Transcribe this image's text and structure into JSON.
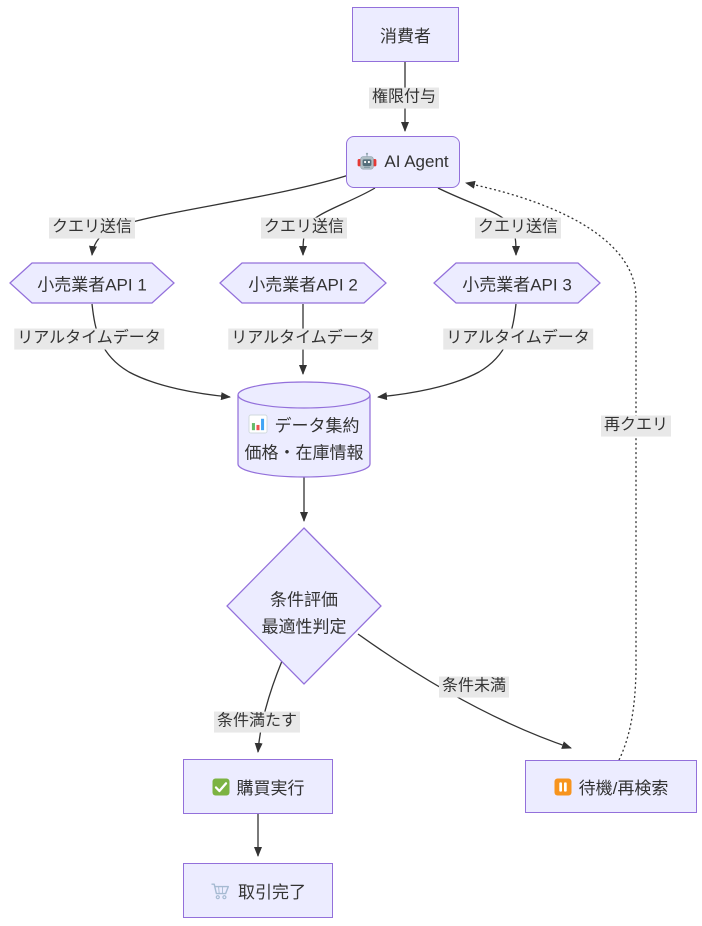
{
  "diagram_type": "flowchart",
  "colors": {
    "background": "#ffffff",
    "node_fill": "#ECECFF",
    "node_border": "#9370DB",
    "edge_stroke": "#333333",
    "edge_label_bg": "#e8e8e8",
    "text": "#333333",
    "check_green": "#7cb342",
    "pause_orange": "#f7941e",
    "cart_blue": "#a6bad2",
    "robot_red": "#e53935",
    "robot_gray": "#b0bec5"
  },
  "nodes": {
    "consumer": {
      "label": "消費者"
    },
    "ai_agent": {
      "label": "AI Agent",
      "icon": "robot-icon"
    },
    "retailer_api_1": {
      "label": "小売業者API 1"
    },
    "retailer_api_2": {
      "label": "小売業者API 2"
    },
    "retailer_api_3": {
      "label": "小売業者API 3"
    },
    "data_aggregation": {
      "icon": "bar-chart-icon",
      "line1": "データ集約",
      "line2": "価格・在庫情報"
    },
    "decision": {
      "line1": "条件評価",
      "line2": "最適性判定"
    },
    "purchase": {
      "label": "購買実行",
      "icon": "check-icon"
    },
    "wait_retry": {
      "label": "待機/再検索",
      "icon": "pause-icon"
    },
    "complete": {
      "label": "取引完了",
      "icon": "cart-icon"
    }
  },
  "edges": {
    "grant": {
      "label": "権限付与",
      "style": "solid"
    },
    "query_1": {
      "label": "クエリ送信",
      "style": "solid"
    },
    "query_2": {
      "label": "クエリ送信",
      "style": "solid"
    },
    "query_3": {
      "label": "クエリ送信",
      "style": "solid"
    },
    "realtime_1": {
      "label": "リアルタイムデータ",
      "style": "solid"
    },
    "realtime_2": {
      "label": "リアルタイムデータ",
      "style": "solid"
    },
    "realtime_3": {
      "label": "リアルタイムデータ",
      "style": "solid"
    },
    "condition_met": {
      "label": "条件満たす",
      "style": "solid"
    },
    "condition_not_met": {
      "label": "条件未満",
      "style": "solid"
    },
    "requery": {
      "label": "再クエリ",
      "style": "dotted"
    }
  }
}
